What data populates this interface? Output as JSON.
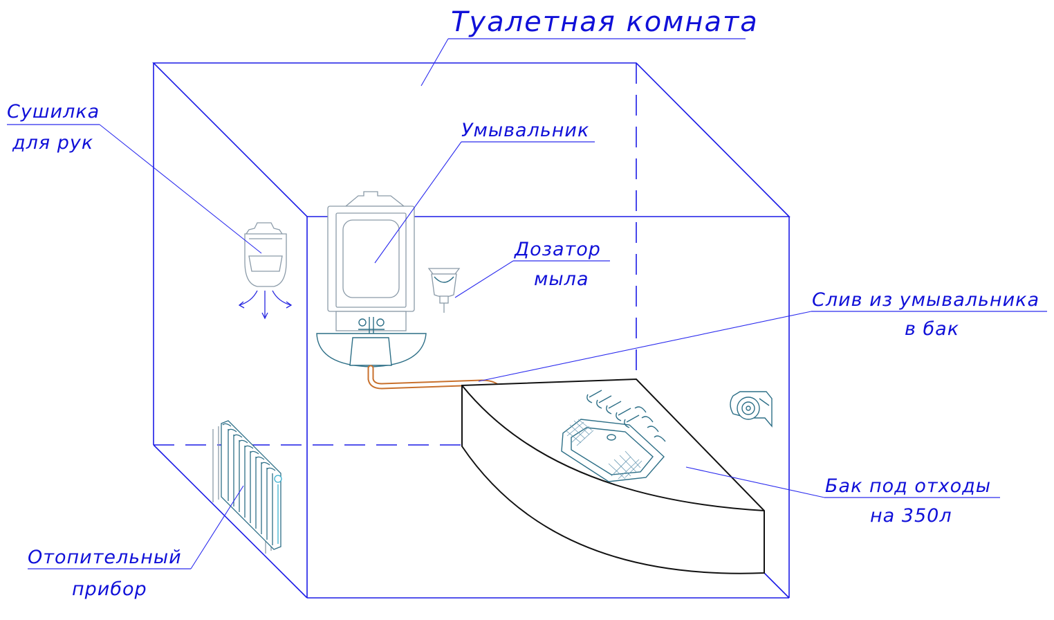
{
  "labels": {
    "title": "Туалетная комната",
    "hand_dryer": [
      "Сушилка",
      "для рук"
    ],
    "washbasin": "Умывальник",
    "soap_dispenser": [
      "Дозатор",
      "мыла"
    ],
    "drain": [
      "Слив из умывальника",
      "в бак"
    ],
    "waste_tank": [
      "Бак под отходы",
      "на 350л"
    ],
    "heater": [
      "Отопительный",
      "прибор"
    ]
  },
  "colors": {
    "room_lines": "#1a1ae6",
    "labels": "#1010d8",
    "pipe": "#c8702c",
    "tank_outline": "#111111",
    "fixture_outline": "#2c6e86"
  },
  "icons": [
    "hand-dryer-icon",
    "washbasin-icon",
    "soap-dispenser-icon",
    "radiator-icon",
    "squat-toilet-icon",
    "toilet-paper-holder-icon"
  ]
}
